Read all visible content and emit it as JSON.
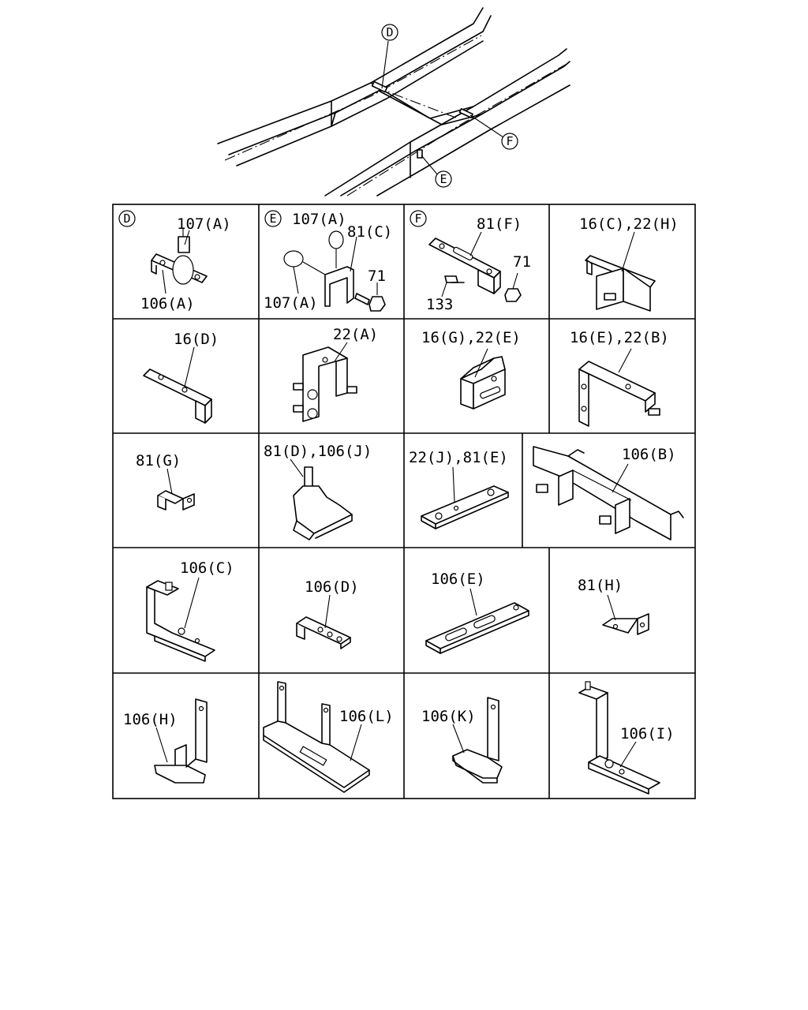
{
  "callouts": {
    "overview": [
      "D",
      "F",
      "E"
    ],
    "cells": [
      "D",
      "E",
      "F"
    ]
  },
  "cells": [
    {
      "id": "D",
      "labels": [
        "107(A)",
        "106(A)"
      ]
    },
    {
      "id": "E",
      "labels": [
        "107(A)",
        "81(C)",
        "71",
        "107(A)"
      ]
    },
    {
      "id": "F",
      "labels": [
        "81(F)",
        "71",
        "133"
      ]
    },
    {
      "id": "r1c4",
      "labels": [
        "16(C),22(H)"
      ]
    },
    {
      "id": "r2c1",
      "labels": [
        "16(D)"
      ]
    },
    {
      "id": "r2c2",
      "labels": [
        "22(A)"
      ]
    },
    {
      "id": "r2c3",
      "labels": [
        "16(G),22(E)"
      ]
    },
    {
      "id": "r2c4",
      "labels": [
        "16(E),22(B)"
      ]
    },
    {
      "id": "r3c1",
      "labels": [
        "81(G)"
      ]
    },
    {
      "id": "r3c2",
      "labels": [
        "81(D),106(J)"
      ]
    },
    {
      "id": "r3c3",
      "labels": [
        "22(J),81(E)"
      ]
    },
    {
      "id": "r3c4",
      "labels": [
        "106(B)"
      ]
    },
    {
      "id": "r4c1",
      "labels": [
        "106(C)"
      ]
    },
    {
      "id": "r4c2",
      "labels": [
        "106(D)"
      ]
    },
    {
      "id": "r4c3",
      "labels": [
        "106(E)"
      ]
    },
    {
      "id": "r4c4",
      "labels": [
        "81(H)"
      ]
    },
    {
      "id": "r5c1",
      "labels": [
        "106(H)"
      ]
    },
    {
      "id": "r5c2",
      "labels": [
        "106(L)"
      ]
    },
    {
      "id": "r5c3",
      "labels": [
        "106(K)"
      ]
    },
    {
      "id": "r5c4",
      "labels": [
        "106(I)"
      ]
    }
  ]
}
